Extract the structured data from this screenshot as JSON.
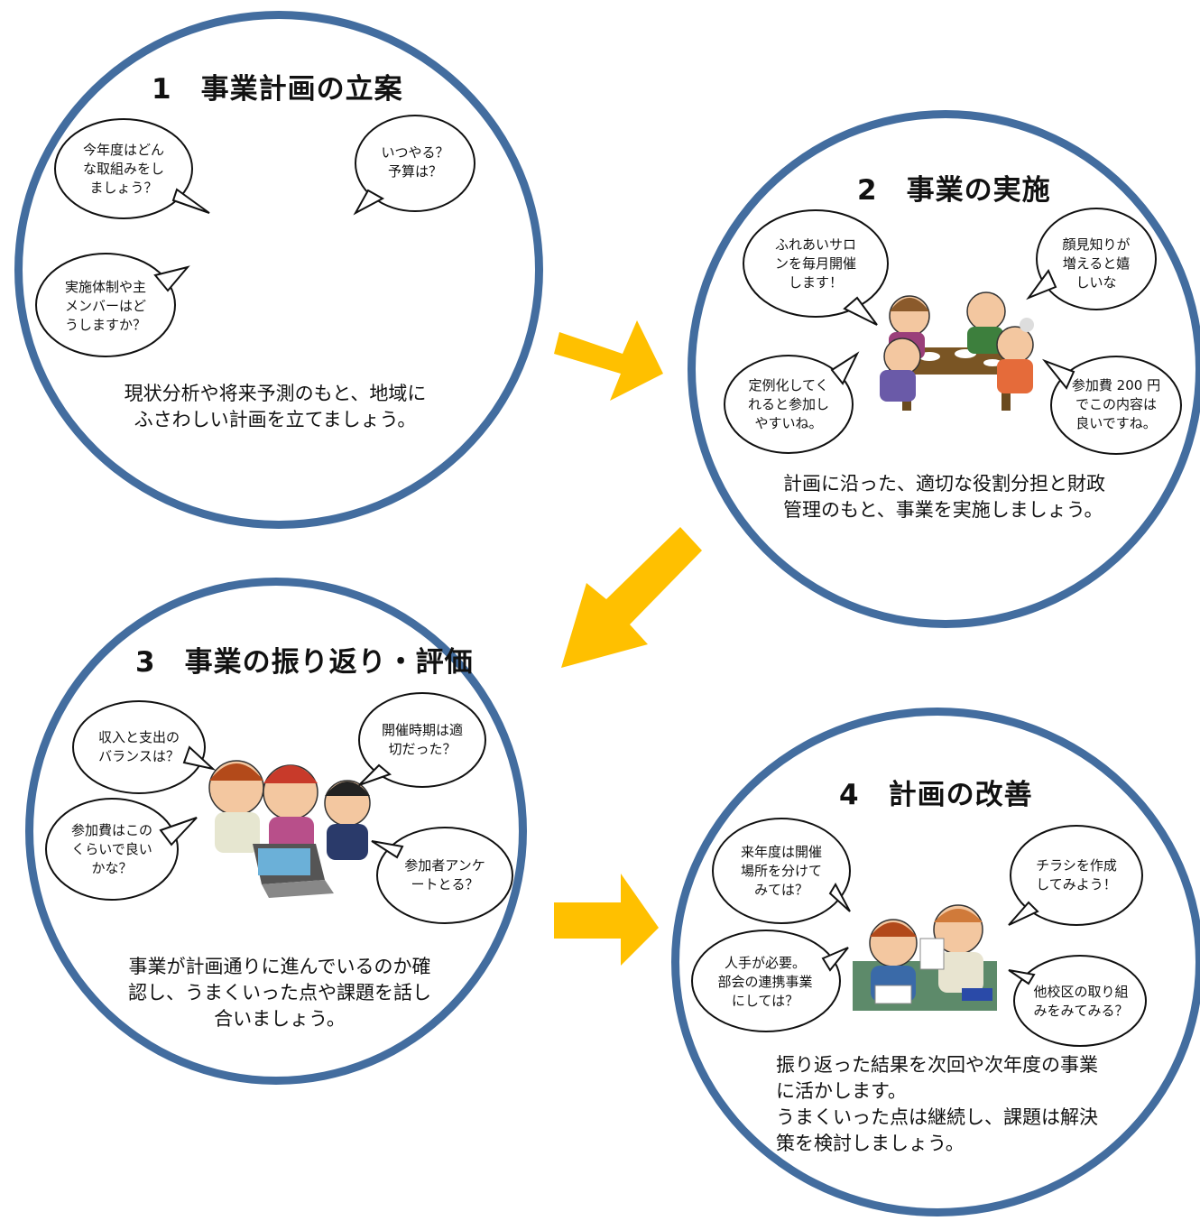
{
  "colors": {
    "circle": "#436d9f",
    "arrow": "#ffc000"
  },
  "stages": [
    {
      "title": "1　事業計画の立案",
      "bubbles": [
        "今年度はどん\nな取組みをし\nましょう？",
        "いつやる？\n予算は？",
        "実施体制や主\nメンバーはど\nうしますか？"
      ],
      "description": "現状分析や将来予測のもと、地域に\nふさわしい計画を立てましょう。",
      "illustration": "meeting-round-table"
    },
    {
      "title": "2　事業の実施",
      "bubbles": [
        "ふれあいサロ\nンを毎月開催\nします！",
        "顔見知りが\n増えると嬉\nしいな",
        "定例化してく\nれると参加し\nやすいね。",
        "参加費 200 円\nでこの内容は\n良いですね。"
      ],
      "description": "計画に沿った、適切な役割分担と財政\n管理のもと、事業を実施しましょう。",
      "illustration": "elderly-dining"
    },
    {
      "title": "3　事業の振り返り・評価",
      "bubbles": [
        "収入と支出の\nバランスは？",
        "開催時期は適\n切だった？",
        "参加費はこの\nくらいで良い\nかな？",
        "参加者アンケ\nートとる？"
      ],
      "description": "事業が計画通りに進んでいるのか確\n認し、うまくいった点や課題を話し\n合いましょう。",
      "illustration": "laptop-review"
    },
    {
      "title": "4　計画の改善",
      "bubbles": [
        "来年度は開催\n場所を分けて\nみては？",
        "チラシを作成\nしてみよう！",
        "人手が必要。\n部会の連携事業\nにしては？",
        "他校区の取り組\nみをみてみる？"
      ],
      "description": "振り返った結果を次回や次年度の事業\nに活かします。\nうまくいった点は継続し、課題は解決\n策を検討しましょう。",
      "illustration": "discussion-desk"
    }
  ]
}
